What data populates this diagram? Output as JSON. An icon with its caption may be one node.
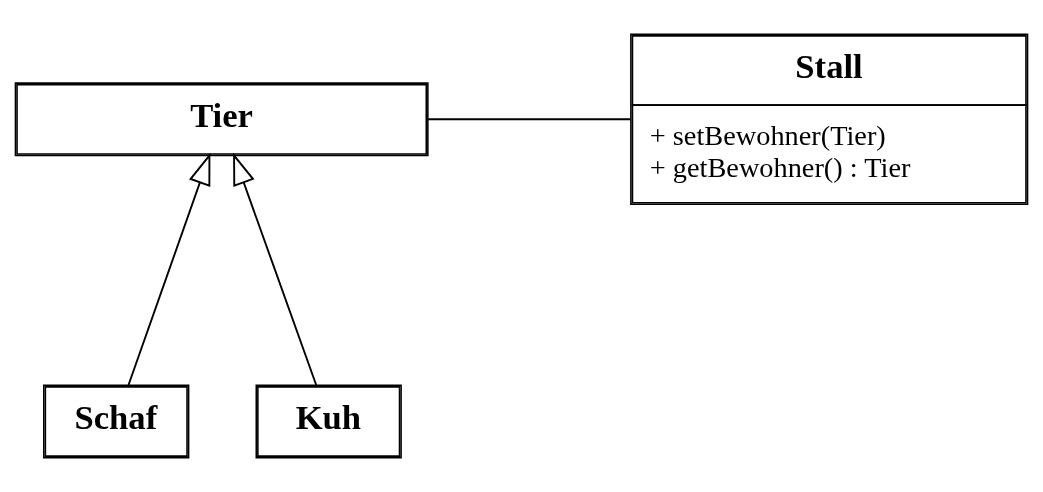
{
  "diagram": {
    "nodes": [
      {
        "text": [
          "Tier"
        ]
      },
      {
        "text": [
          "Stall",
          "+ setBewohner(Tier)",
          "+ getBewohner() : Tier"
        ]
      },
      {
        "text": [
          "Schaf"
        ]
      },
      {
        "text": [
          "Kuh"
        ]
      }
    ],
    "edges": [
      {
        "from": 2,
        "to": 0,
        "arrow": "to"
      },
      {
        "from": 3,
        "to": 0,
        "arrow": "to"
      },
      {
        "from": 0,
        "to": 1,
        "arrow": "none"
      }
    ]
  }
}
